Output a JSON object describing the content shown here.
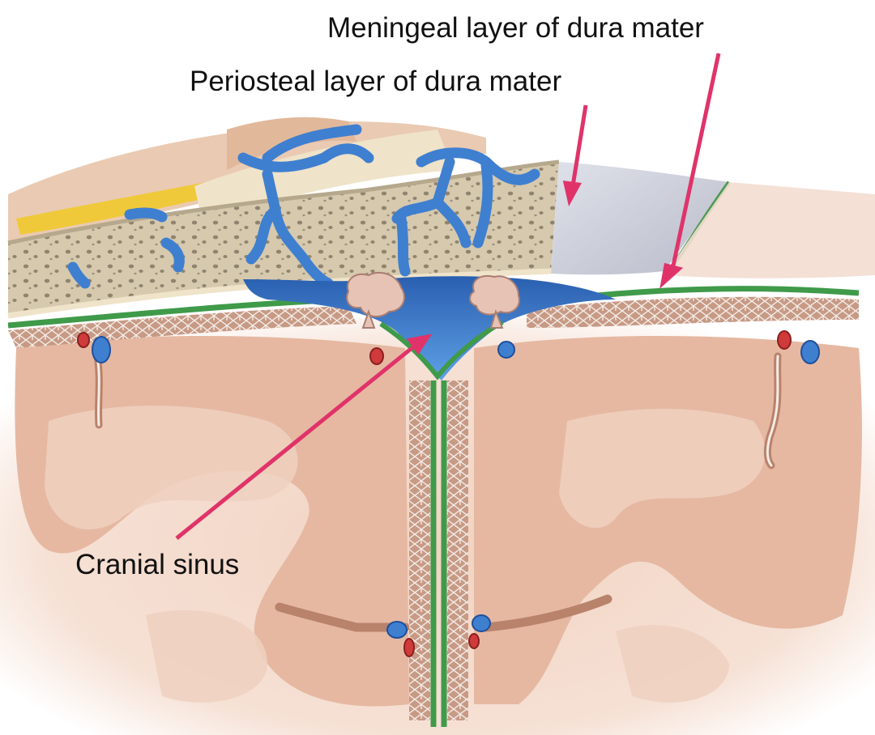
{
  "labels": {
    "meningeal": "Meningeal layer of dura mater",
    "periosteal": "Periosteal layer of dura mater",
    "sinus": "Cranial sinus"
  },
  "colors": {
    "arrow": "#e0336a",
    "vein_blue": "#3f7fd0",
    "vein_dark": "#1f4f9a",
    "dura_green": "#3f9a4a",
    "brain_tissue": "#e8b9a3",
    "brain_light": "#f1d2c2",
    "bone": "#d9ccb3",
    "periosteal_grey": "#c9ccd6",
    "fat_yellow": "#f0c93a",
    "skin": "#e9c4a8",
    "artery_red": "#cf3a3a"
  }
}
